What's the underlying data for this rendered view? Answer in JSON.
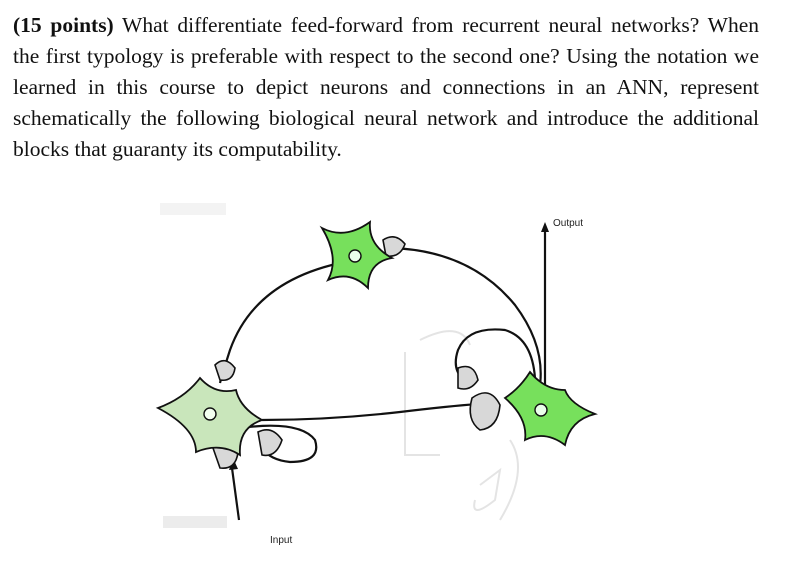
{
  "question": {
    "points": "(15 points)",
    "text": " What differentiate feed-forward from recurrent neural networks? When the first typology is preferable with respect to the second one? Using the notation we learned in this course to depict neurons and connections in an ANN, represent schematically the following biological neural network and introduce the additional blocks that guaranty its computability."
  },
  "figure": {
    "output_label": "Output",
    "input_label": "Input"
  },
  "colors": {
    "neuron_bright": "#77e05c",
    "neuron_pale": "#c9e6bb",
    "synapse": "#d8d8d8",
    "line": "#111111"
  }
}
